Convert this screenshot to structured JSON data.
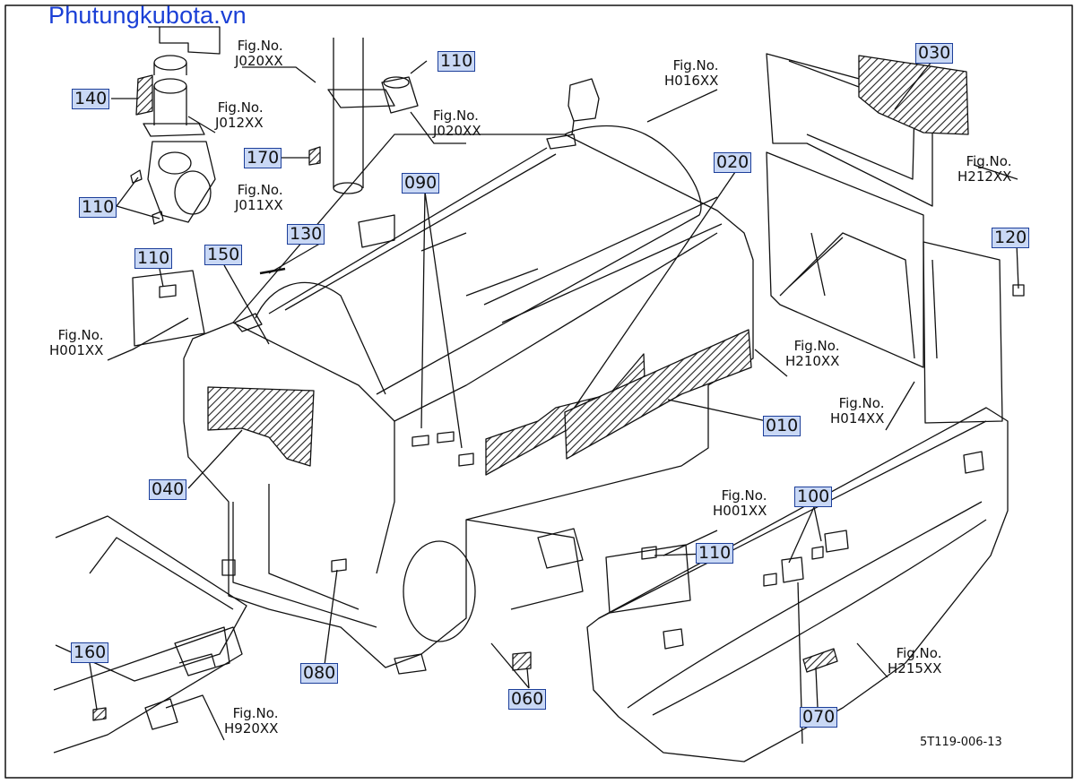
{
  "watermark": "Phutungkubota.vn",
  "fig_word": "Fig.No.",
  "part_labels": [
    "010",
    "020",
    "030",
    "040",
    "060",
    "070",
    "080",
    "090",
    "100",
    "110",
    "110",
    "110",
    "110",
    "120",
    "130",
    "140",
    "150",
    "160",
    "170"
  ],
  "fig_refs": [
    "J020XX",
    "J020XX",
    "J012XX",
    "J011XX",
    "H016XX",
    "H212XX",
    "H210XX",
    "H014XX",
    "H001XX",
    "H001XX",
    "H215XX",
    "H920XX"
  ],
  "drawing_code": "5T119-006-13",
  "colors": {
    "label_fill": "#c9d8f5",
    "label_border": "#1d3f9a",
    "watermark": "#1a3fd6",
    "line": "#111111"
  }
}
